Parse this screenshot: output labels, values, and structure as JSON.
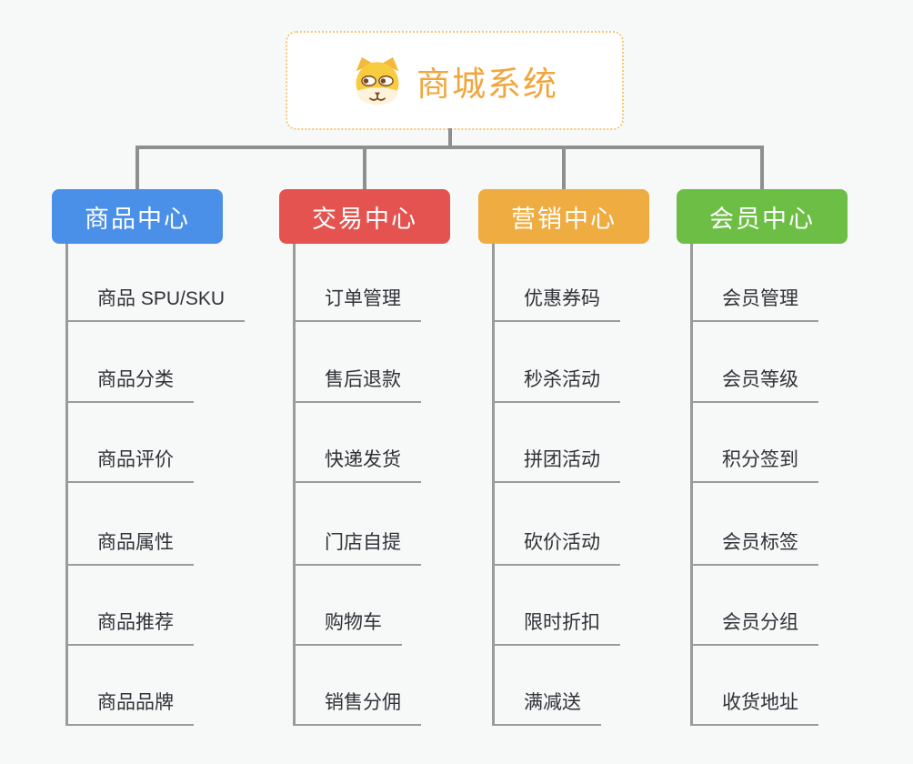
{
  "root": {
    "title": "商城系统",
    "icon": "dog-face-icon",
    "accent_color": "#f0a63c",
    "border_color": "#f3c672"
  },
  "branches": [
    {
      "id": "product-center",
      "label": "商品中心",
      "color": "#4a8fe8",
      "children": [
        "商品 SPU/SKU",
        "商品分类",
        "商品评价",
        "商品属性",
        "商品推荐",
        "商品品牌"
      ]
    },
    {
      "id": "trade-center",
      "label": "交易中心",
      "color": "#e4534f",
      "children": [
        "订单管理",
        "售后退款",
        "快递发货",
        "门店自提",
        "购物车",
        "销售分佣"
      ]
    },
    {
      "id": "marketing-center",
      "label": "营销中心",
      "color": "#efac41",
      "children": [
        "优惠券码",
        "秒杀活动",
        "拼团活动",
        "砍价活动",
        "限时折扣",
        "满减送"
      ]
    },
    {
      "id": "member-center",
      "label": "会员中心",
      "color": "#6dbe45",
      "children": [
        "会员管理",
        "会员等级",
        "积分签到",
        "会员标签",
        "会员分组",
        "收货地址"
      ]
    }
  ]
}
